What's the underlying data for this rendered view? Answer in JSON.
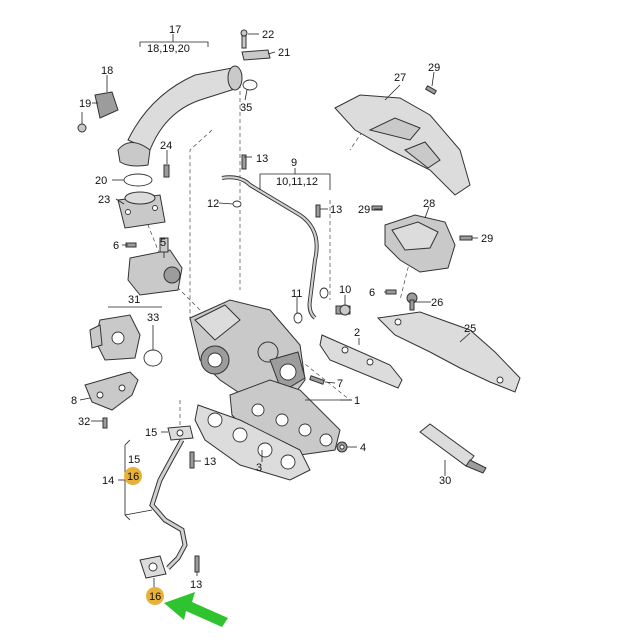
{
  "callouts": {
    "c1": "1",
    "c2": "2",
    "c3": "3",
    "c4": "4",
    "c5": "5",
    "c6a": "6",
    "c6b": "6",
    "c7": "7",
    "c8": "8",
    "c9": "9",
    "c9sub": "10,11,12",
    "c10": "10",
    "c11": "11",
    "c12": "12",
    "c13a": "13",
    "c13b": "13",
    "c13c": "13",
    "c13d": "13",
    "c14": "14",
    "c15a": "15",
    "c15b": "15",
    "c16a": "16",
    "c16b": "16",
    "c17": "17",
    "c17sub": "18,19,20",
    "c18": "18",
    "c19": "19",
    "c20": "20",
    "c21": "21",
    "c22": "22",
    "c23": "23",
    "c24": "24",
    "c25": "25",
    "c26": "26",
    "c27": "27",
    "c28": "28",
    "c29a": "29",
    "c29b": "29",
    "c29c": "29",
    "c30": "30",
    "c31": "31",
    "c32": "32",
    "c33": "33",
    "c35": "35"
  },
  "colors": {
    "highlight": "#e8b23a",
    "arrow": "#2fc42f",
    "part": "#c9c9c9"
  }
}
